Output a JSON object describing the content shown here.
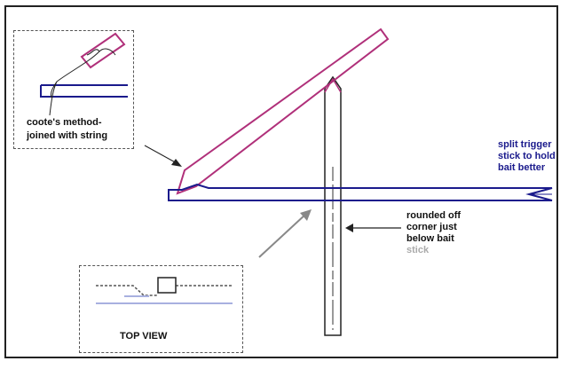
{
  "labels": {
    "coote_line1": "coote's method-",
    "coote_line2": "joined with string",
    "split_line1": "split trigger",
    "split_line2": "stick to hold",
    "split_line3": "bait better",
    "rounded_line1": "rounded off",
    "rounded_line2": "corner just",
    "rounded_line3": "below bait",
    "rounded_line4": "stick",
    "top_view": "TOP VIEW"
  },
  "colors": {
    "trigger_blue": "#1a1a8c",
    "bait_stick_magenta": "#b0307a",
    "label_blue": "#1a1a8c",
    "outline": "#222222",
    "stick_gray": "#999999",
    "topview_blue": "#a8b0e0"
  }
}
